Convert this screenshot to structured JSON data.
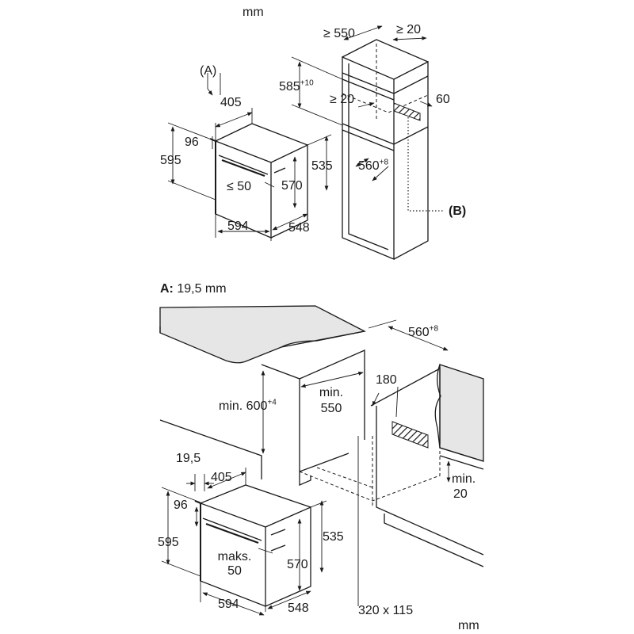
{
  "units_top": "mm",
  "units_bottom": "mm",
  "note_a": {
    "key": "A:",
    "value": "19,5 mm"
  },
  "callouts": {
    "a": "(A)",
    "b": "(B)"
  },
  "top_oven": {
    "d405": "405",
    "d96": "96",
    "d595": "595",
    "d535": "535",
    "d50": "≤ 50",
    "d570": "570",
    "d594": "594",
    "d548": "548"
  },
  "top_cabinet": {
    "d550": "≥ 550",
    "d20a": "≥ 20",
    "d585": "585",
    "d585_tol": "+10",
    "d20b": "≥ 20",
    "d60": "60",
    "d560": "560",
    "d560_tol": "+8"
  },
  "bottom_install": {
    "d560": "560",
    "d560_tol": "+8",
    "min600_a": "min. 600",
    "min600_tol": "+4",
    "min550_a": "min.",
    "min550_b": "550",
    "d180": "180",
    "min20_a": "min.",
    "min20_b": "20",
    "vent": "320 x 115"
  },
  "bottom_oven": {
    "d19_5": "19,5",
    "d405": "405",
    "d96": "96",
    "d595": "595",
    "d535": "535",
    "maks_a": "maks.",
    "maks_b": "50",
    "d570": "570",
    "d594": "594",
    "d548": "548"
  }
}
